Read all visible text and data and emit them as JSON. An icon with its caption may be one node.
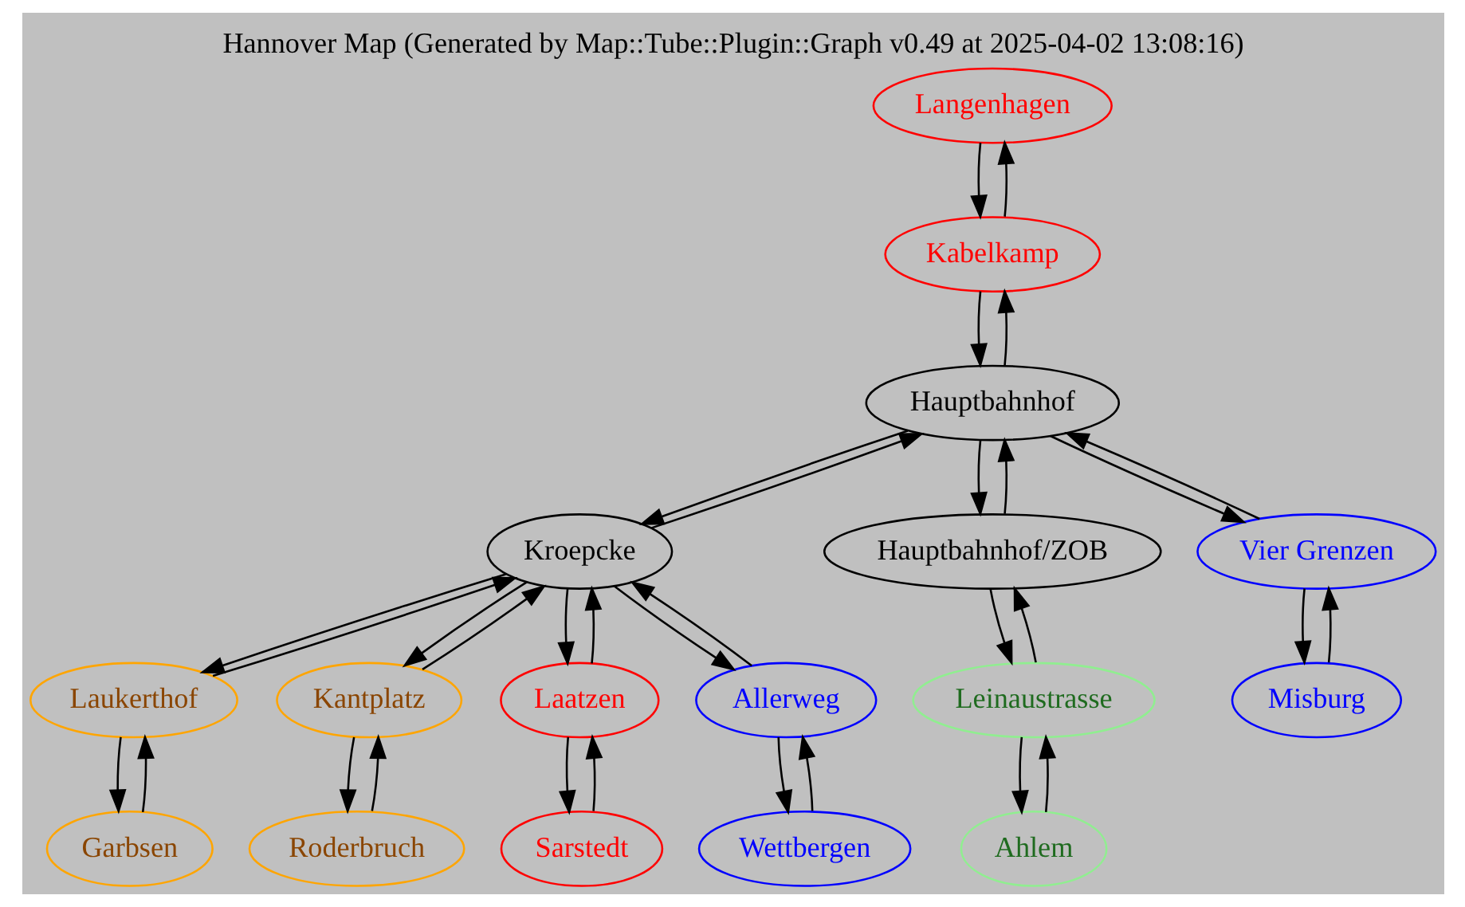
{
  "diagram": {
    "title": "Hannover Map (Generated by Map::Tube::Plugin::Graph v0.49 at 2025-04-02 13:08:16)",
    "nodes": [
      {
        "text": [
          "Langenhagen"
        ]
      },
      {
        "text": [
          "Kabelkamp"
        ]
      },
      {
        "text": [
          "Hauptbahnhof"
        ]
      },
      {
        "text": [
          "Kroepcke"
        ]
      },
      {
        "text": [
          "Hauptbahnhof/ZOB"
        ]
      },
      {
        "text": [
          "Vier Grenzen"
        ]
      },
      {
        "text": [
          "Laukerthof"
        ]
      },
      {
        "text": [
          "Kantplatz"
        ]
      },
      {
        "text": [
          "Laatzen"
        ]
      },
      {
        "text": [
          "Allerweg"
        ]
      },
      {
        "text": [
          "Leinaustrasse"
        ]
      },
      {
        "text": [
          "Misburg"
        ]
      },
      {
        "text": [
          "Garbsen"
        ]
      },
      {
        "text": [
          "Roderbruch"
        ]
      },
      {
        "text": [
          "Sarstedt"
        ]
      },
      {
        "text": [
          "Wettbergen"
        ]
      },
      {
        "text": [
          "Ahlem"
        ]
      }
    ],
    "edges": [
      {
        "from": 0,
        "to": 1,
        "arrow": "to"
      },
      {
        "from": 1,
        "to": 0,
        "arrow": "to"
      },
      {
        "from": 1,
        "to": 2,
        "arrow": "to"
      },
      {
        "from": 2,
        "to": 1,
        "arrow": "to"
      },
      {
        "from": 2,
        "to": 3,
        "arrow": "to"
      },
      {
        "from": 3,
        "to": 2,
        "arrow": "to"
      },
      {
        "from": 2,
        "to": 4,
        "arrow": "to"
      },
      {
        "from": 4,
        "to": 2,
        "arrow": "to"
      },
      {
        "from": 2,
        "to": 5,
        "arrow": "to"
      },
      {
        "from": 5,
        "to": 2,
        "arrow": "to"
      },
      {
        "from": 3,
        "to": 6,
        "arrow": "to"
      },
      {
        "from": 6,
        "to": 3,
        "arrow": "to"
      },
      {
        "from": 3,
        "to": 7,
        "arrow": "to"
      },
      {
        "from": 7,
        "to": 3,
        "arrow": "to"
      },
      {
        "from": 3,
        "to": 8,
        "arrow": "to"
      },
      {
        "from": 8,
        "to": 3,
        "arrow": "to"
      },
      {
        "from": 3,
        "to": 9,
        "arrow": "to"
      },
      {
        "from": 9,
        "to": 3,
        "arrow": "to"
      },
      {
        "from": 4,
        "to": 10,
        "arrow": "to"
      },
      {
        "from": 10,
        "to": 4,
        "arrow": "to"
      },
      {
        "from": 5,
        "to": 11,
        "arrow": "to"
      },
      {
        "from": 11,
        "to": 5,
        "arrow": "to"
      },
      {
        "from": 6,
        "to": 12,
        "arrow": "to"
      },
      {
        "from": 12,
        "to": 6,
        "arrow": "to"
      },
      {
        "from": 7,
        "to": 13,
        "arrow": "to"
      },
      {
        "from": 13,
        "to": 7,
        "arrow": "to"
      },
      {
        "from": 8,
        "to": 14,
        "arrow": "to"
      },
      {
        "from": 14,
        "to": 8,
        "arrow": "to"
      },
      {
        "from": 9,
        "to": 15,
        "arrow": "to"
      },
      {
        "from": 15,
        "to": 9,
        "arrow": "to"
      },
      {
        "from": 10,
        "to": 16,
        "arrow": "to"
      },
      {
        "from": 16,
        "to": 10,
        "arrow": "to"
      }
    ]
  }
}
